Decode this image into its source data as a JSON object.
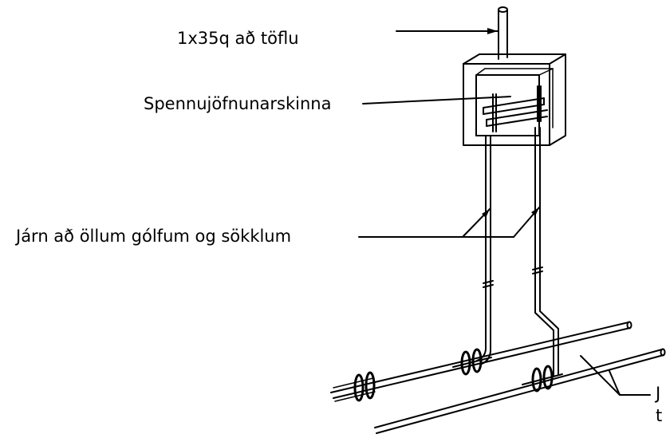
{
  "labels": {
    "cable": "1x35q að töflu",
    "busbar": "Spennujöfnunarskinna",
    "rebar": "Járn að öllum gólfum og sökklum",
    "edge_line1": "J",
    "edge_line2": "t"
  },
  "colors": {
    "line": "#000000",
    "background": "#ffffff"
  }
}
